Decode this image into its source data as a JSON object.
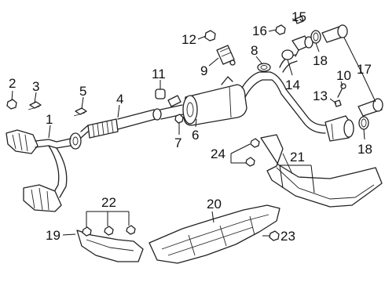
{
  "callouts": {
    "c1": "1",
    "c2": "2",
    "c3": "3",
    "c4": "4",
    "c5": "5",
    "c6": "6",
    "c7": "7",
    "c8": "8",
    "c9": "9",
    "c10": "10",
    "c11": "11",
    "c12": "12",
    "c13": "13",
    "c14": "14",
    "c15": "15",
    "c16": "16",
    "c17": "17",
    "c18a": "18",
    "c18b": "18",
    "c19": "19",
    "c20": "20",
    "c21": "21",
    "c22": "22",
    "c23": "23",
    "c24": "24"
  }
}
